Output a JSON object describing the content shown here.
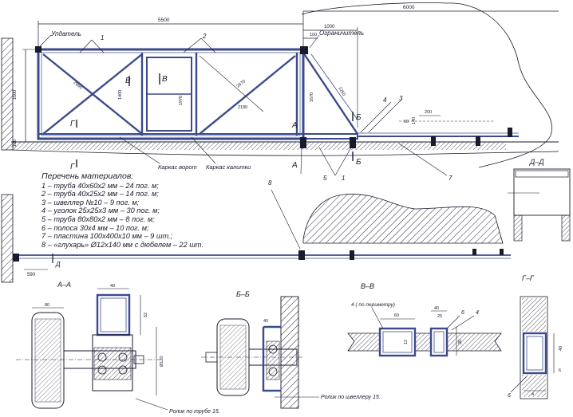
{
  "labels": {
    "limiter_left": "Упдатель",
    "limiter_right": "Ограничитель",
    "frame_gate": "Каркас ворот",
    "frame_wicket": "Каркас калитки",
    "section_v": "В",
    "section_a": "А",
    "section_b": "Б",
    "section_g": "Г",
    "section_d_title": "Д–Д",
    "section_d": "Д",
    "section_aa": "А–А",
    "section_bb": "Б–Б",
    "section_vv": "В–В",
    "section_gg": "Г–Г",
    "roller_pipe": "Ролик по трубе 15.",
    "roller_channel": "Ролик по швеллеру 15.",
    "perimeter_note": "4 ( по периметру)"
  },
  "materials": {
    "title": "Перечень материалов:",
    "items": [
      "1 – труба 40х60х2 мм – 24 пог. м;",
      "2 – труба 40х25х2 мм – 14 пог. м;",
      "3 – швеллер №10 – 9 пог. м;",
      "4 – уголок 25х25х3 мм – 30 пог. м;",
      "5 – труба 80х80х2 мм – 8 пог. м;",
      "6 – полоса 30х4 мм – 10 пог. м;",
      "7 – пластина 100х400х10 мм – 9 шт.;",
      "8 – «глухарь» Ø12х140 мм с дюбелем – 22 шт."
    ]
  },
  "callouts": [
    "1",
    "2",
    "3",
    "4",
    "5",
    "6",
    "7",
    "8"
  ],
  "dimensions": {
    "d5500": "5500",
    "d6000": "6000",
    "d1000": "1000",
    "d100a": "100",
    "d1600": "1600",
    "d100b": "100",
    "d2660": "2660",
    "d1400": "1400",
    "d2670": "2670",
    "d2180": "2180",
    "d1970": "1970",
    "d1670": "1670",
    "d1250": "1250",
    "d140": "140",
    "d200": "200",
    "d50": "50",
    "d590": "590",
    "d80": "80",
    "d40a": "40",
    "d52": "52",
    "d400": "Ø120",
    "d40b": "40",
    "d40c": "40",
    "d60": "60",
    "d40d": "40",
    "d25": "25",
    "d30": "30",
    "d6": "6",
    "d4": "4",
    "d12": "12"
  },
  "colors": {
    "ink": "#1a1a2e",
    "steel": "#3c4a8c",
    "hatch": "#2a2a3a"
  }
}
